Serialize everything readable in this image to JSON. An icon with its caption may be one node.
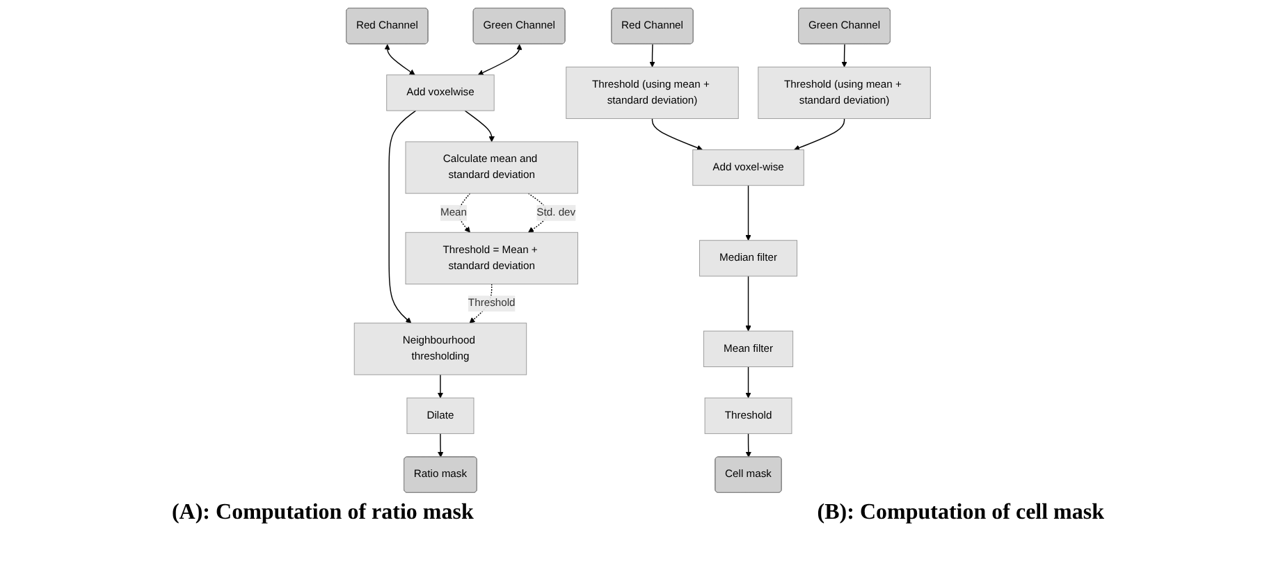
{
  "diagram": {
    "nodes": [
      {
        "text": [
          "Red Channel"
        ]
      },
      {
        "text": [
          "Green Channel"
        ]
      },
      {
        "text": [
          "Add voxelwise"
        ]
      },
      {
        "text": [
          "Calculate mean and standard deviation"
        ]
      },
      {
        "text": [
          "Neighbourhood thresholding"
        ]
      },
      {
        "text": [
          "Threshold = Mean + standard deviation"
        ]
      },
      {
        "text": [
          "Dilate"
        ]
      },
      {
        "text": [
          "Ratio mask"
        ]
      },
      {
        "text": [
          "Red Channel"
        ]
      },
      {
        "text": [
          "Green Channel"
        ]
      },
      {
        "text": [
          "Threshold (using mean + standard deviation)"
        ]
      },
      {
        "text": [
          "Threshold (using mean + standard deviation)"
        ]
      },
      {
        "text": [
          "Add voxel-wise"
        ]
      },
      {
        "text": [
          "Median filter"
        ]
      },
      {
        "text": [
          "Mean filter"
        ]
      },
      {
        "text": [
          "Threshold"
        ]
      },
      {
        "text": [
          "Cell mask"
        ]
      }
    ],
    "edges": [
      {
        "from": 0,
        "to": 2,
        "arrow": "both"
      },
      {
        "from": 1,
        "to": 2,
        "arrow": "both"
      },
      {
        "from": 2,
        "to": 3,
        "arrow": "to"
      },
      {
        "from": 2,
        "to": 4,
        "arrow": "to"
      },
      {
        "from": 3,
        "to": 5,
        "arrow": "to",
        "label": "Mean",
        "style": "dashed"
      },
      {
        "from": 3,
        "to": 5,
        "arrow": "to",
        "label": "Std. dev",
        "style": "dashed"
      },
      {
        "from": 5,
        "to": 4,
        "arrow": "to",
        "label": "Threshold",
        "style": "dashed"
      },
      {
        "from": 4,
        "to": 6,
        "arrow": "to"
      },
      {
        "from": 6,
        "to": 7,
        "arrow": "to"
      },
      {
        "from": 8,
        "to": 10,
        "arrow": "to"
      },
      {
        "from": 9,
        "to": 11,
        "arrow": "to"
      },
      {
        "from": 10,
        "to": 12,
        "arrow": "to"
      },
      {
        "from": 11,
        "to": 12,
        "arrow": "to"
      },
      {
        "from": 12,
        "to": 13,
        "arrow": "to"
      },
      {
        "from": 13,
        "to": 14,
        "arrow": "to"
      },
      {
        "from": 14,
        "to": 15,
        "arrow": "to"
      },
      {
        "from": 15,
        "to": 16,
        "arrow": "to"
      }
    ],
    "labels": [
      "(A): Computation of ratio mask",
      "(B): Computation of cell mask"
    ]
  }
}
